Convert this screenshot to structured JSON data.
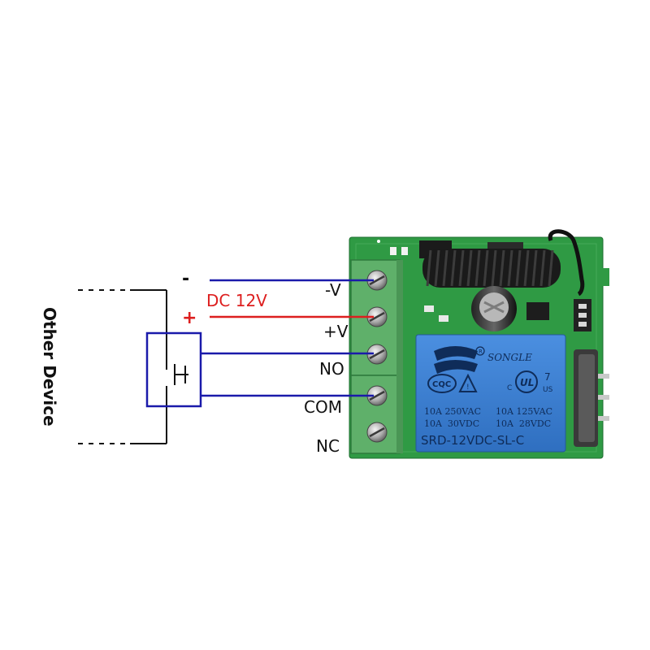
{
  "device_label": "Other Device",
  "supply": {
    "minus_sign": "-",
    "plus_sign": "+",
    "voltage_label": "DC 12V"
  },
  "terminals": [
    "-V",
    "+V",
    "NO",
    "COM",
    "NC"
  ],
  "relay": {
    "brand": "SONGLE",
    "cert_mark": "CQC",
    "ul_number": "7",
    "ul_country": "US",
    "ul_prefix": "C",
    "ratings_line1_left": "10A 250VAC",
    "ratings_line1_right": "10A 125VAC",
    "ratings_line2_left": "10A  30VDC",
    "ratings_line2_right": "10A  28VDC",
    "model": "SRD-12VDC-SL-C"
  },
  "colors": {
    "wire_negative": "#1a1aaa",
    "wire_positive": "#dd1f1f",
    "wire_switch": "#1a1aaa",
    "pcb": "#2f9a44",
    "terminal_block": "#5fb06a",
    "relay_body": "#3a7fd0",
    "label_positive": "#dd1f1f"
  }
}
